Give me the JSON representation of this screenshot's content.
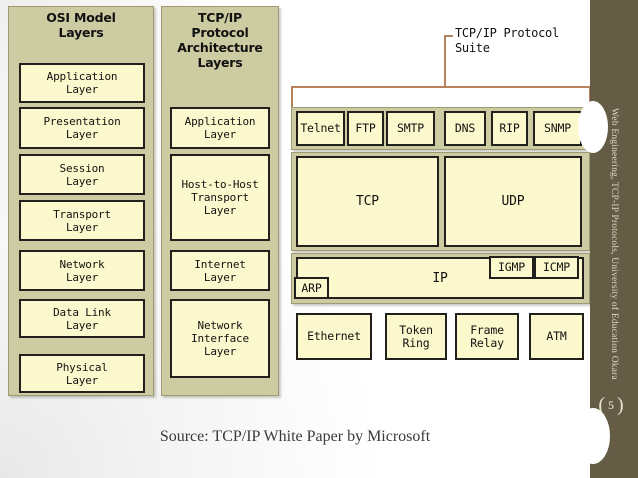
{
  "slide": {
    "source_caption": "Source: TCP/IP White Paper by Microsoft",
    "page_number": "5",
    "bracket_left": "(",
    "bracket_right": ")",
    "sidebar_text": "Web Engineering, TCP-IP Protocols, University of Education Okara",
    "colors": {
      "sidebar": "#645c45",
      "panel_fill": "#cdcba2",
      "panel_border": "#9e9a74",
      "cell_fill": "#fbf8cd",
      "cell_border": "#21201c",
      "callout": "#b8835c",
      "caption_text": "#3a3a3a"
    }
  },
  "osi_column": {
    "heading": "OSI Model\nLayers",
    "layers": [
      {
        "label": "Application\nLayer"
      },
      {
        "label": "Presentation\nLayer"
      },
      {
        "label": "Session\nLayer"
      },
      {
        "label": "Transport\nLayer"
      },
      {
        "label": "Network\nLayer"
      },
      {
        "label": "Data Link\nLayer"
      },
      {
        "label": "Physical\nLayer"
      }
    ]
  },
  "tcpip_column": {
    "heading": "TCP/IP\nProtocol\nArchitecture\nLayers",
    "layers": [
      {
        "label": "Application\nLayer"
      },
      {
        "label": "Host-to-Host\nTransport\nLayer"
      },
      {
        "label": "Internet\nLayer"
      },
      {
        "label": "Network\nInterface\nLayer"
      }
    ]
  },
  "suite": {
    "callout_label": "TCP/IP Protocol\nSuite",
    "application_protocols": [
      {
        "label": "Telnet"
      },
      {
        "label": "FTP"
      },
      {
        "label": "SMTP"
      },
      {
        "label": "DNS"
      },
      {
        "label": "RIP"
      },
      {
        "label": "SNMP"
      }
    ],
    "transport_protocols": [
      {
        "label": "TCP"
      },
      {
        "label": "UDP"
      }
    ],
    "internet_protocols": {
      "main": "IP",
      "arp": "ARP",
      "igmp": "IGMP",
      "icmp": "ICMP"
    },
    "network_interfaces": [
      {
        "label": "Ethernet"
      },
      {
        "label": "Token\nRing"
      },
      {
        "label": "Frame\nRelay"
      },
      {
        "label": "ATM"
      }
    ]
  }
}
